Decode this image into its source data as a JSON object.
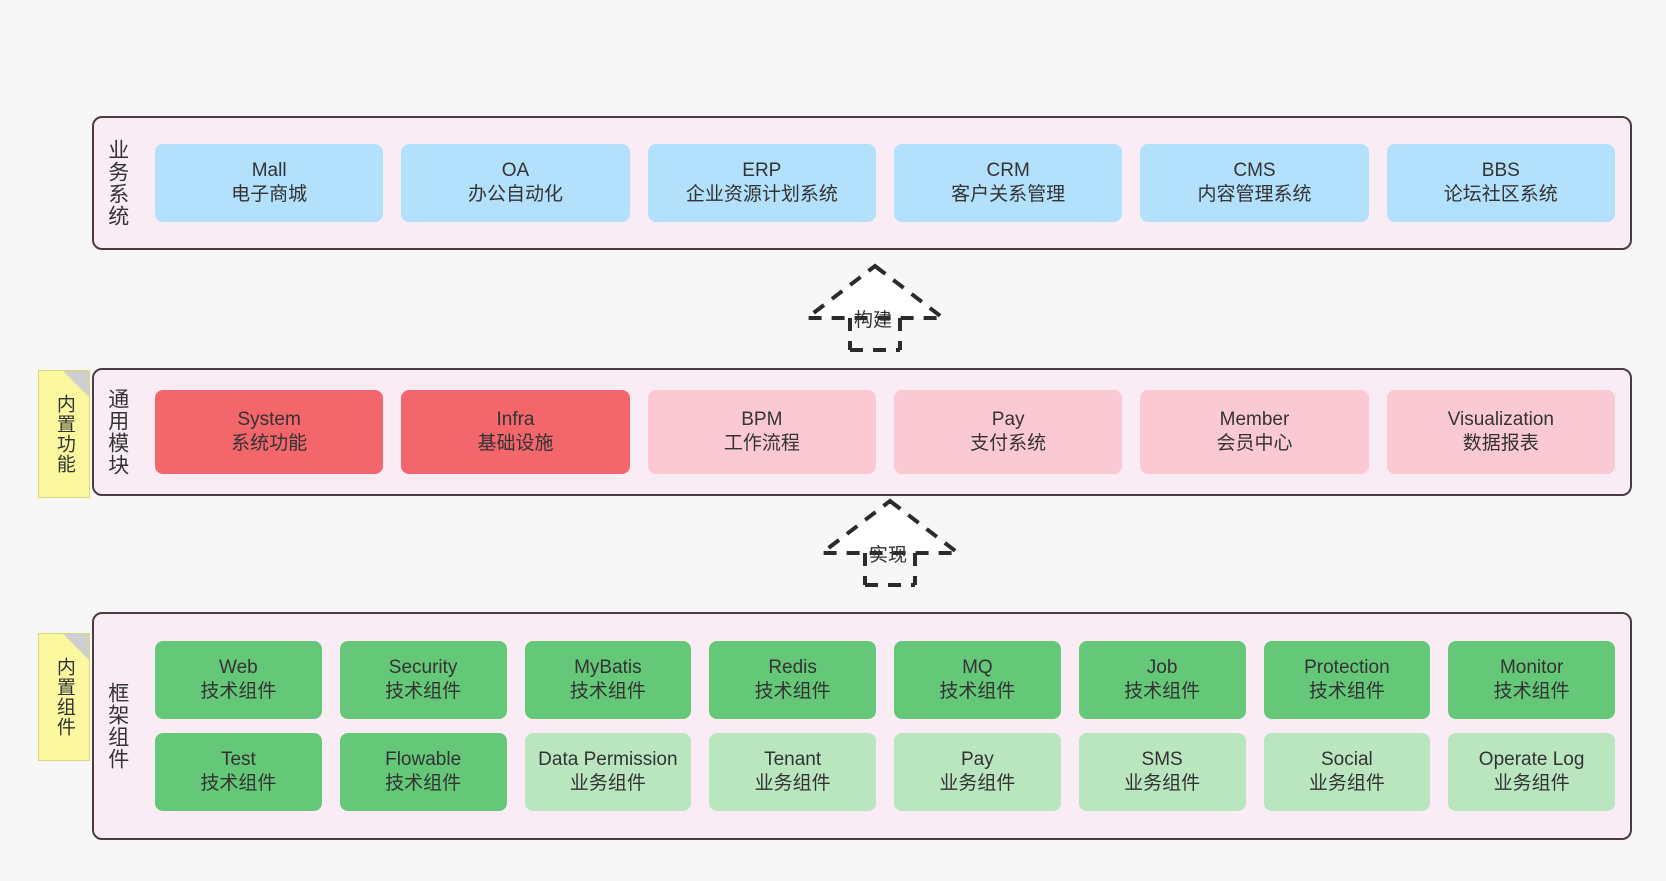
{
  "diagram": {
    "background_color": "#f7f7f7",
    "layer_border_color": "#4a3b44",
    "layer_fill_color": "#f9ecf5"
  },
  "layers": [
    {
      "id": "business",
      "title": "业务系统",
      "node_color": "#b3e0fb",
      "nodes": [
        {
          "name": "Mall",
          "subtitle": "电子商城"
        },
        {
          "name": "OA",
          "subtitle": "办公自动化"
        },
        {
          "name": "ERP",
          "subtitle": "企业资源计划系统"
        },
        {
          "name": "CRM",
          "subtitle": "客户关系管理"
        },
        {
          "name": "CMS",
          "subtitle": "内容管理系统"
        },
        {
          "name": "BBS",
          "subtitle": "论坛社区系统"
        }
      ]
    },
    {
      "id": "modules",
      "title": "通用模块",
      "note": "内置功能",
      "node_color_primary": "#f2666c",
      "node_color_secondary": "#fbc9d4",
      "nodes": [
        {
          "name": "System",
          "subtitle": "系统功能",
          "style": "red"
        },
        {
          "name": "Infra",
          "subtitle": "基础设施",
          "style": "red"
        },
        {
          "name": "BPM",
          "subtitle": "工作流程",
          "style": "pink"
        },
        {
          "name": "Pay",
          "subtitle": "支付系统",
          "style": "pink"
        },
        {
          "name": "Member",
          "subtitle": "会员中心",
          "style": "pink"
        },
        {
          "name": "Visualization",
          "subtitle": "数据报表",
          "style": "pink"
        }
      ]
    },
    {
      "id": "framework",
      "title": "框架组件",
      "note": "内置组件",
      "node_color_primary": "#64c878",
      "node_color_secondary": "#b9e6bf",
      "rows": [
        [
          {
            "name": "Web",
            "subtitle": "技术组件",
            "style": "green"
          },
          {
            "name": "Security",
            "subtitle": "技术组件",
            "style": "green"
          },
          {
            "name": "MyBatis",
            "subtitle": "技术组件",
            "style": "green"
          },
          {
            "name": "Redis",
            "subtitle": "技术组件",
            "style": "green"
          },
          {
            "name": "MQ",
            "subtitle": "技术组件",
            "style": "green"
          },
          {
            "name": "Job",
            "subtitle": "技术组件",
            "style": "green"
          },
          {
            "name": "Protection",
            "subtitle": "技术组件",
            "style": "green"
          },
          {
            "name": "Monitor",
            "subtitle": "技术组件",
            "style": "green"
          }
        ],
        [
          {
            "name": "Test",
            "subtitle": "技术组件",
            "style": "green"
          },
          {
            "name": "Flowable",
            "subtitle": "技术组件",
            "style": "green"
          },
          {
            "name": "Data Permission",
            "subtitle": "业务组件",
            "style": "green-light"
          },
          {
            "name": "Tenant",
            "subtitle": "业务组件",
            "style": "green-light"
          },
          {
            "name": "Pay",
            "subtitle": "业务组件",
            "style": "green-light"
          },
          {
            "name": "SMS",
            "subtitle": "业务组件",
            "style": "green-light"
          },
          {
            "name": "Social",
            "subtitle": "业务组件",
            "style": "green-light"
          },
          {
            "name": "Operate Log",
            "subtitle": "业务组件",
            "style": "green-light"
          }
        ]
      ]
    }
  ],
  "connectors": [
    {
      "id": "build",
      "label": "构建",
      "from": "modules",
      "to": "business"
    },
    {
      "id": "implement",
      "label": "实现",
      "from": "framework",
      "to": "modules"
    }
  ]
}
